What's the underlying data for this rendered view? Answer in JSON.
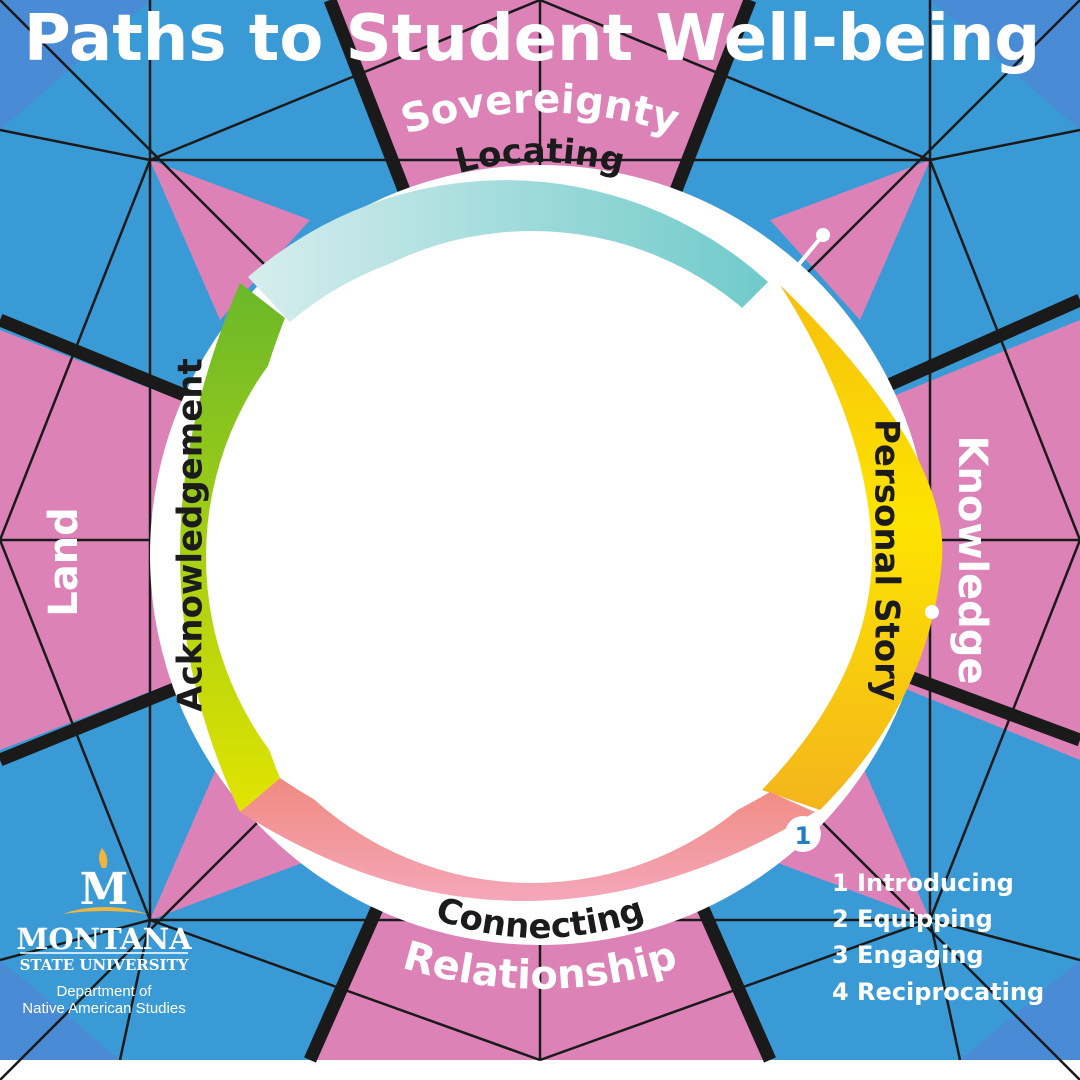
{
  "title": "Paths to Student Well-being",
  "outer_labels": {
    "top": "Sovereignty",
    "right": "Knowledge",
    "bottom": "Relationship",
    "left": "Land"
  },
  "ring_segments": {
    "locating": "Locating",
    "personal_story": "Personal Story",
    "connecting": "Connecting",
    "acknowledgement": "Acknowledgement"
  },
  "step_badge": "1",
  "legend": {
    "items": [
      "1 Introducing",
      "2 Equipping",
      "3 Engaging",
      "4 Reciprocating"
    ]
  },
  "logo": {
    "name": "MONTANA",
    "subtitle": "STATE UNIVERSITY",
    "department_line1": "Department of",
    "department_line2": "Native American Studies"
  },
  "colors": {
    "blue": "#3a9ad6",
    "pink": "#dc82b6",
    "locating": "#7cd0cf",
    "personal_story": "#f6c31a",
    "connecting": "#f2908c",
    "acknowledgement": "#8cc61f",
    "badge_text": "#1f7fc2",
    "logo_gold": "#f3b43b"
  }
}
